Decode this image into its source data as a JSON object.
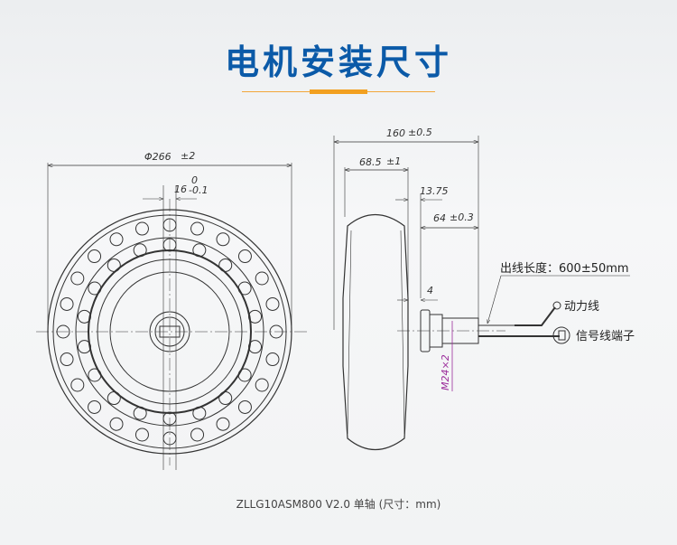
{
  "title": "电机安装尺寸",
  "colors": {
    "title": "#0b5aa8",
    "accent": "#f2a020",
    "thread_dim": "#9b2d9b"
  },
  "front_view": {
    "diameter": "Φ266",
    "diameter_tol": "±2",
    "shaft_width": "16",
    "shaft_tol_upper": "0",
    "shaft_tol_lower": "-0.1"
  },
  "side_view": {
    "total_width": "160",
    "total_width_tol": "±0.5",
    "tire_width": "68.5",
    "tire_width_tol": "±1",
    "offset": "13.75",
    "shaft_length": "64",
    "shaft_length_tol": "±0.3",
    "gap": "4",
    "thread": "M24×2"
  },
  "callouts": {
    "cable_length": "出线长度：600±50mm",
    "power_cable": "动力线",
    "signal_terminal": "信号线端子"
  },
  "caption": "ZLLG10ASM800 V2.0 单轴 (尺寸：mm)"
}
